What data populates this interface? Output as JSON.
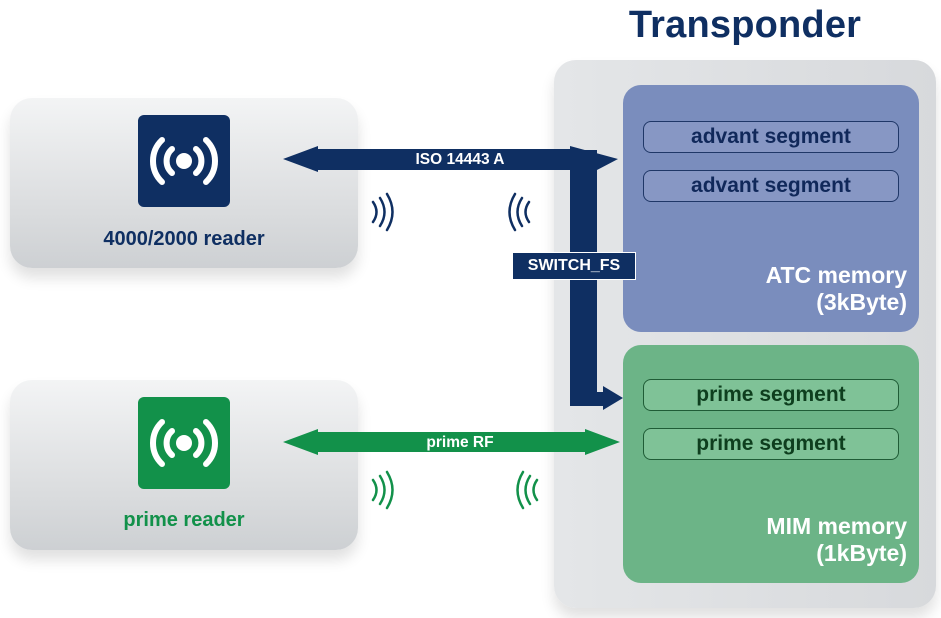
{
  "title": "Transponder",
  "readers": [
    {
      "label": "4000/2000 reader",
      "color": "#0f2f62",
      "icon": "rfid-reader-icon"
    },
    {
      "label": "prime reader",
      "color": "#12914a",
      "icon": "rfid-reader-icon"
    }
  ],
  "connections": {
    "top": {
      "label": "ISO 14443 A",
      "color": "#0f2f62"
    },
    "switch": {
      "label": "SWITCH_FS",
      "color": "#0f2f62"
    },
    "bottom": {
      "label": "prime RF",
      "color": "#12914a"
    }
  },
  "memories": {
    "atc": {
      "segments": [
        "advant segment",
        "advant segment"
      ],
      "label_line1": "ATC memory",
      "label_line2": "(3kByte)",
      "color": "#7a8dbd"
    },
    "mim": {
      "segments": [
        "prime segment",
        "prime segment"
      ],
      "label_line1": "MIM memory",
      "label_line2": "(1kByte)",
      "color": "#6cb487"
    }
  }
}
